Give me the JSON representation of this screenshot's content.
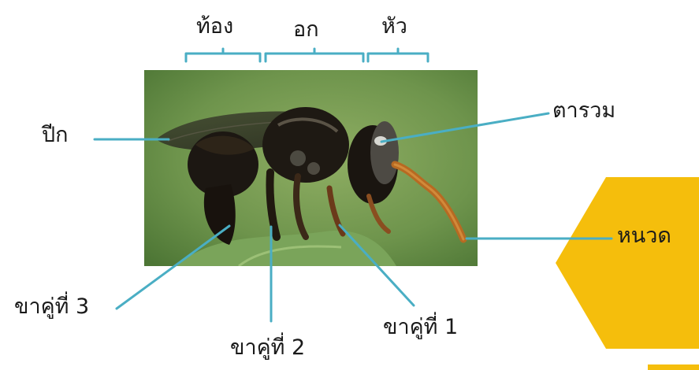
{
  "colors": {
    "leader": "#4aaec4",
    "accent_hexagon": "#f5be0c",
    "background": "#ffffff"
  },
  "labels": {
    "abdomen": "ท้อง",
    "thorax": "อก",
    "head": "หัว",
    "wing": "ปีก",
    "compound_eye": "ตารวม",
    "antenna": "หนวด",
    "leg_pair_3": "ขาคู่ที่  3",
    "leg_pair_2": "ขาคู่ที่  2",
    "leg_pair_1": "ขาคู่ที่  1"
  }
}
